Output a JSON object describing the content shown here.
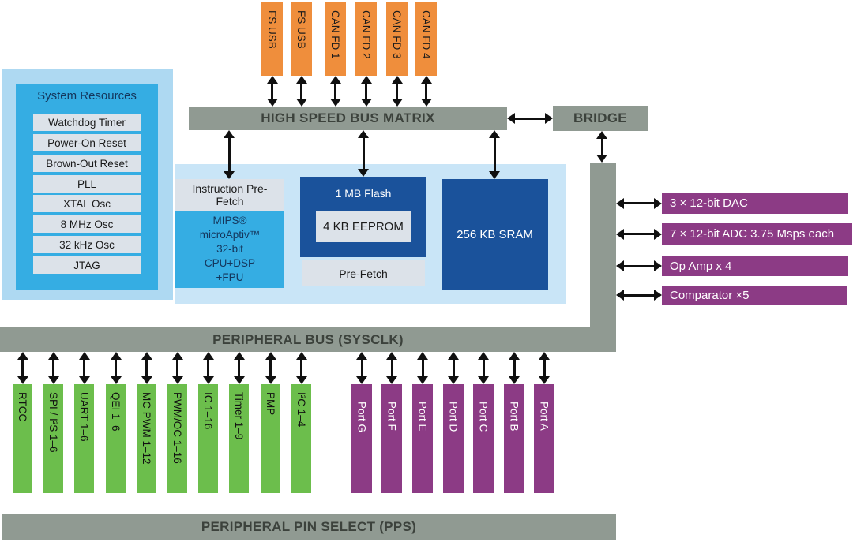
{
  "top_connectors": {
    "items": [
      {
        "label": "FS USB"
      },
      {
        "label": "FS USB"
      },
      {
        "label": "CAN FD 1"
      },
      {
        "label": "CAN FD 2"
      },
      {
        "label": "CAN FD 3"
      },
      {
        "label": "CAN FD 4"
      }
    ]
  },
  "high_speed_bus": {
    "label": "HIGH SPEED BUS MATRIX"
  },
  "bridge": {
    "label": "BRIDGE"
  },
  "system_resources": {
    "title": "System Resources",
    "items": [
      {
        "label": "Watchdog Timer"
      },
      {
        "label": "Power-On Reset"
      },
      {
        "label": "Brown-Out Reset"
      },
      {
        "label": "PLL"
      },
      {
        "label": "XTAL Osc"
      },
      {
        "label": "8 MHz Osc"
      },
      {
        "label": "32 kHz Osc"
      },
      {
        "label": "JTAG"
      }
    ]
  },
  "cpu_block": {
    "instruction_prefetch": "Instruction Pre-Fetch",
    "cpu_lines": [
      "MIPS®",
      "microAptiv™",
      "32-bit",
      "CPU+DSP",
      "+FPU"
    ]
  },
  "memory": {
    "flash": "1 MB Flash",
    "eeprom": "4 KB EEPROM",
    "prefetch": "Pre-Fetch",
    "sram": "256 KB SRAM"
  },
  "analog": {
    "items": [
      {
        "label": "3 × 12-bit DAC"
      },
      {
        "label": "7 × 12-bit ADC 3.75 Msps each"
      },
      {
        "label": "Op Amp x 4"
      },
      {
        "label": "Comparator ×5"
      }
    ]
  },
  "peripheral_bus": {
    "label": "PERIPHERAL BUS (SYSCLK)"
  },
  "peripherals": {
    "items": [
      {
        "label": "RTCC"
      },
      {
        "label": "SPI / I²S 1–6"
      },
      {
        "label": "UART 1–6"
      },
      {
        "label": "QEI 1–6"
      },
      {
        "label": "MC PWM 1–12"
      },
      {
        "label": "PWM/OC 1–16"
      },
      {
        "label": "IC 1–16"
      },
      {
        "label": "Timer 1–9"
      },
      {
        "label": "PMP"
      },
      {
        "label": "I²C 1–4"
      }
    ]
  },
  "ports": {
    "items": [
      {
        "label": "Port G"
      },
      {
        "label": "Port F"
      },
      {
        "label": "Port E"
      },
      {
        "label": "Port D"
      },
      {
        "label": "Port C"
      },
      {
        "label": "Port B"
      },
      {
        "label": "Port A"
      }
    ]
  },
  "pps": {
    "label": "PERIPHERAL PIN SELECT (PPS)"
  },
  "colors": {
    "orange": "#EF8E3C",
    "green": "#6CBE4C",
    "purple": "#8C3B85",
    "gray": "#909A92",
    "navy": "#1A529B",
    "blue": "#35ADE3",
    "panel_light": "#C9E5F7",
    "panel_mid": "#AED9F2",
    "box_gray": "#DCE2E9"
  }
}
